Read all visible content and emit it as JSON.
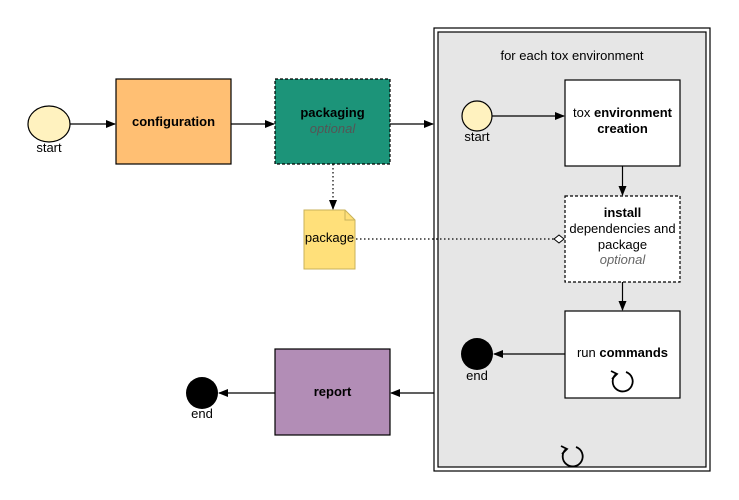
{
  "colors": {
    "start_fill": "#FFF2BF",
    "end_fill": "#000000",
    "configuration_fill": "#FFBF73",
    "packaging_fill": "#1C9479",
    "package_fill": "#FFE07A",
    "report_fill": "#B28DB6",
    "env_panel_fill": "#E6E6E6",
    "optional_text": "#666666",
    "packaging_optional_text": "#555555"
  },
  "nodes": {
    "start_main": {
      "label": "start"
    },
    "configuration": {
      "label": "configuration"
    },
    "packaging": {
      "label": "packaging",
      "sub": "optional"
    },
    "package": {
      "label": "package"
    },
    "report": {
      "label": "report"
    },
    "end_main": {
      "label": "end"
    }
  },
  "env_loop": {
    "title": "for each tox environment",
    "start": {
      "label": "start"
    },
    "creation": {
      "pre": "tox ",
      "bold1": "environment",
      "bold2": "creation"
    },
    "install": {
      "bold": "install",
      "line2": "dependencies and",
      "line3": "package",
      "optional": "optional"
    },
    "run": {
      "pre": "run ",
      "bold": "commands"
    },
    "end": {
      "label": "end"
    }
  },
  "icons": {
    "run_loop": "refresh-loop-icon",
    "env_loop": "refresh-loop-icon"
  }
}
